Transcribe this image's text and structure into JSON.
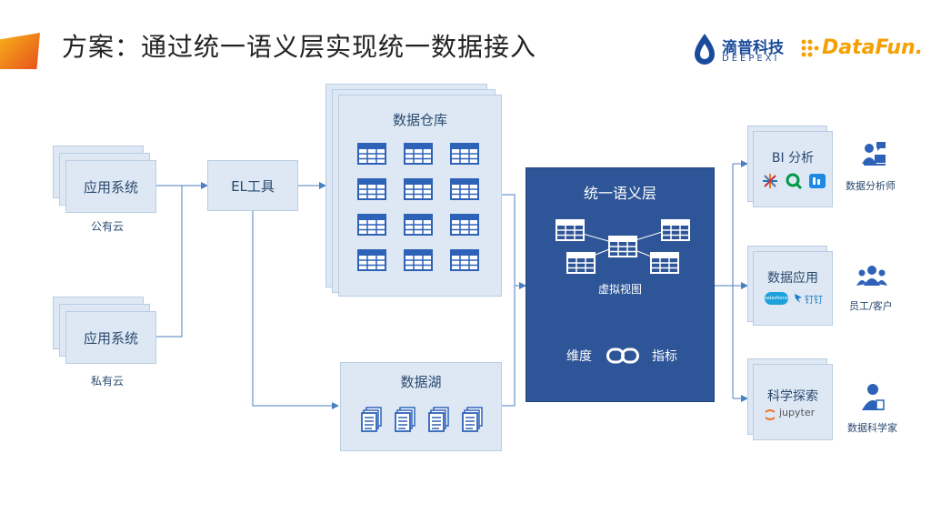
{
  "header": {
    "title": "方案：通过统一语义层实现统一数据接入"
  },
  "logos": {
    "deepexi_cn": "滴普科技",
    "deepexi_en": "DEEPEXI",
    "datafun": "DataFun."
  },
  "sources": [
    {
      "label": "应用系统",
      "caption": "公有云"
    },
    {
      "label": "应用系统",
      "caption": "私有云"
    }
  ],
  "el_tool": {
    "label": "EL工具"
  },
  "warehouse": {
    "label": "数据仓库"
  },
  "lake": {
    "label": "数据湖"
  },
  "semantic": {
    "title": "统一语义层",
    "virtual_view": "虚拟视图",
    "dimension": "维度",
    "metric": "指标"
  },
  "consumers": [
    {
      "label": "BI 分析",
      "role": "数据分析师"
    },
    {
      "label": "数据应用",
      "role": "员工/客户",
      "tools": [
        "salesforce",
        "钉钉"
      ]
    },
    {
      "label": "科学探索",
      "role": "数据科学家",
      "tools": [
        "jupyter"
      ]
    }
  ],
  "colors": {
    "box_fill": "#dde8f4",
    "semantic_fill": "#2e5597",
    "icon_blue": "#2e62b8",
    "arrow": "#4a7fc1"
  }
}
